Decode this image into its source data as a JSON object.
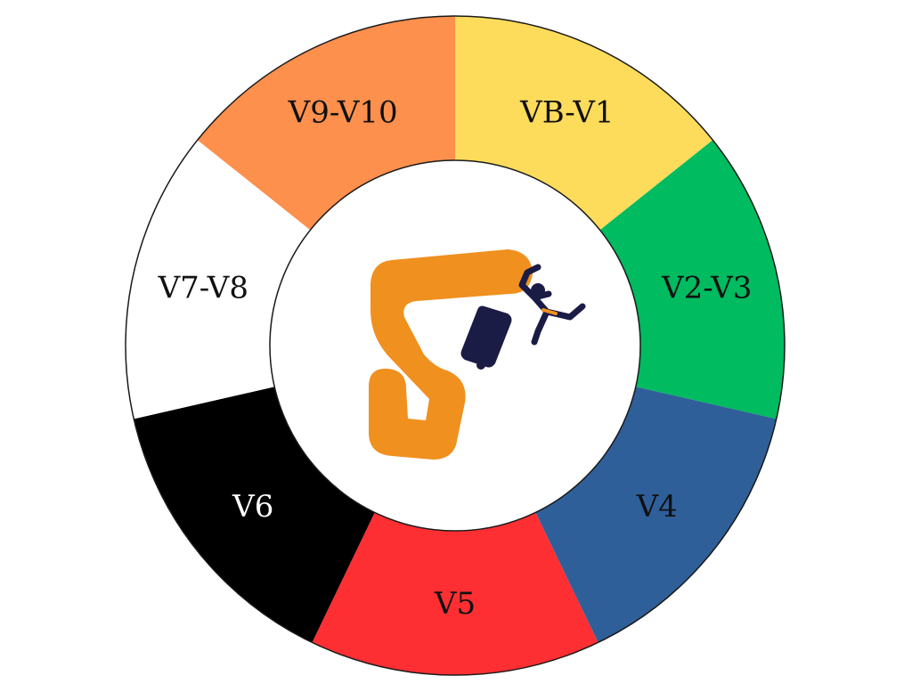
{
  "colors": {
    "outline": "#1a1a1a",
    "hub": "#ffffff",
    "logo_orange": "#f0901f",
    "logo_navy": "#1b1c45"
  },
  "segments": [
    {
      "label": "VB-V1",
      "color": "#fddc5c",
      "text_color": "#111111"
    },
    {
      "label": "V2-V3",
      "color": "#00bb5f",
      "text_color": "#111111"
    },
    {
      "label": "V4",
      "color": "#2f5f99",
      "text_color": "#111111"
    },
    {
      "label": "V5",
      "color": "#fe2f33",
      "text_color": "#111111"
    },
    {
      "label": "V6",
      "color": "#000000",
      "text_color": "#ffffff"
    },
    {
      "label": "V7-V8",
      "color": "#ffffff",
      "text_color": "#111111"
    },
    {
      "label": "V9-V10",
      "color": "#fd904d",
      "text_color": "#111111"
    }
  ],
  "logo": {
    "name": "climbing-gym-logo"
  }
}
